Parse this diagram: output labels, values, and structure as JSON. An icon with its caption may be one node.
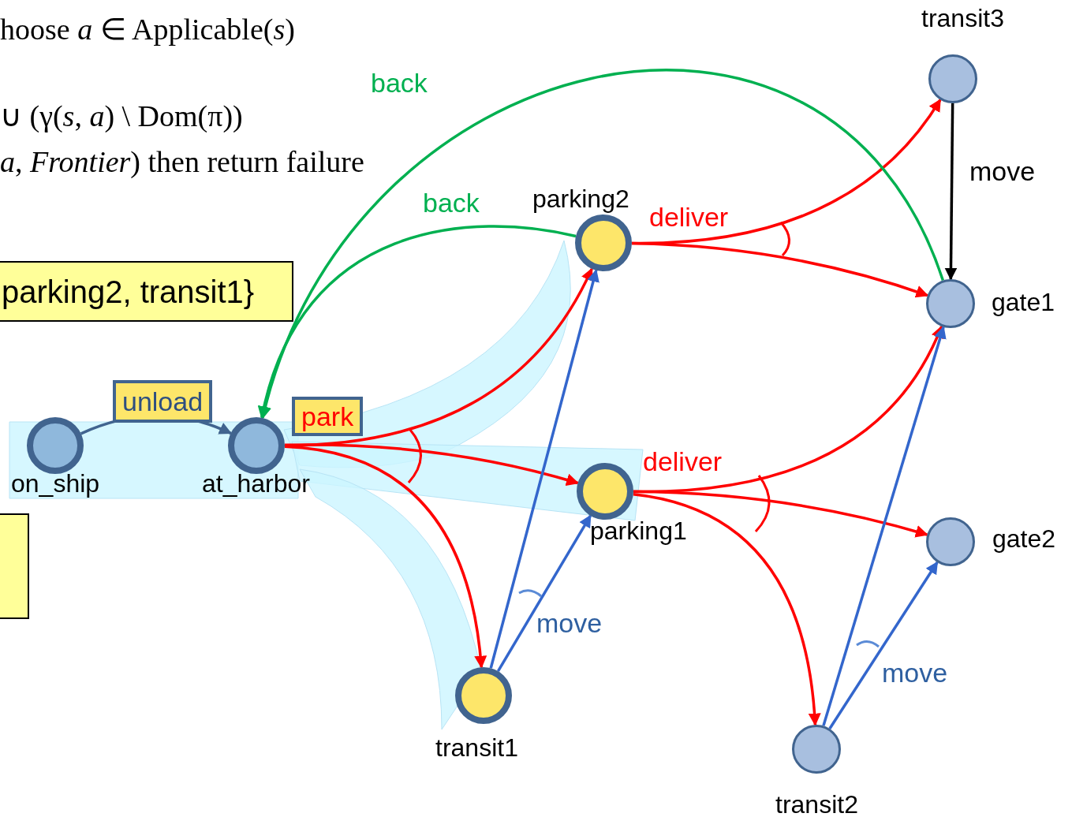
{
  "diagram": {
    "nodes": [
      {
        "text": [
          "parking2, transit1}"
        ]
      },
      {
        "text": [],
        "shape": "box"
      },
      {
        "text": [
          "on_ship"
        ]
      },
      {
        "text": [
          "at_harbor"
        ]
      },
      {
        "text": [
          "parking2"
        ]
      },
      {
        "text": [
          "parking1"
        ]
      },
      {
        "text": [
          "transit1"
        ]
      },
      {
        "text": [
          "transit3"
        ]
      },
      {
        "text": [
          "gate1"
        ]
      },
      {
        "text": [
          "gate2"
        ]
      },
      {
        "text": [
          "transit2"
        ]
      }
    ],
    "edges": [
      {
        "from": 2,
        "to": 3,
        "arrow": "to",
        "label": "unload",
        "color": "#41648f"
      },
      {
        "from": 3,
        "to": 4,
        "arrow": "to"
      },
      {
        "from": 3,
        "to": 5,
        "arrow": "to",
        "label": "park"
      },
      {
        "from": 3,
        "to": 6,
        "arrow": "to"
      },
      {
        "from": 4,
        "to": 7,
        "arrow": "to",
        "label": "deliver"
      },
      {
        "from": 4,
        "to": 8,
        "arrow": "to"
      },
      {
        "from": 5,
        "to": 8,
        "arrow": "to",
        "label": "deliver"
      },
      {
        "from": 5,
        "to": 9,
        "arrow": "to"
      },
      {
        "from": 5,
        "to": 10,
        "arrow": "to"
      },
      {
        "from": 6,
        "to": 4,
        "arrow": "to",
        "color": "#3366cc"
      },
      {
        "from": 6,
        "to": 5,
        "arrow": "to",
        "label": "move",
        "color": "#3366cc"
      },
      {
        "from": 10,
        "to": 8,
        "arrow": "to",
        "color": "#3366cc"
      },
      {
        "from": 10,
        "to": 9,
        "arrow": "to",
        "label": "move",
        "color": "#3366cc"
      },
      {
        "from": 7,
        "to": 8,
        "arrow": "to",
        "label": "move",
        "color": "#000000"
      },
      {
        "from": 4,
        "to": 3,
        "arrow": "to",
        "label": "back",
        "color": "#00b050"
      },
      {
        "from": 8,
        "to": 3,
        "arrow": "to",
        "label": "back",
        "color": "#00b050"
      }
    ],
    "labels": [
      "hoose *a* ∈ Applicable(*s*)",
      "∪ (γ(*s*, *a*) \\ Dom(π))",
      "*a*, *Frontier*) then return failure"
    ]
  }
}
